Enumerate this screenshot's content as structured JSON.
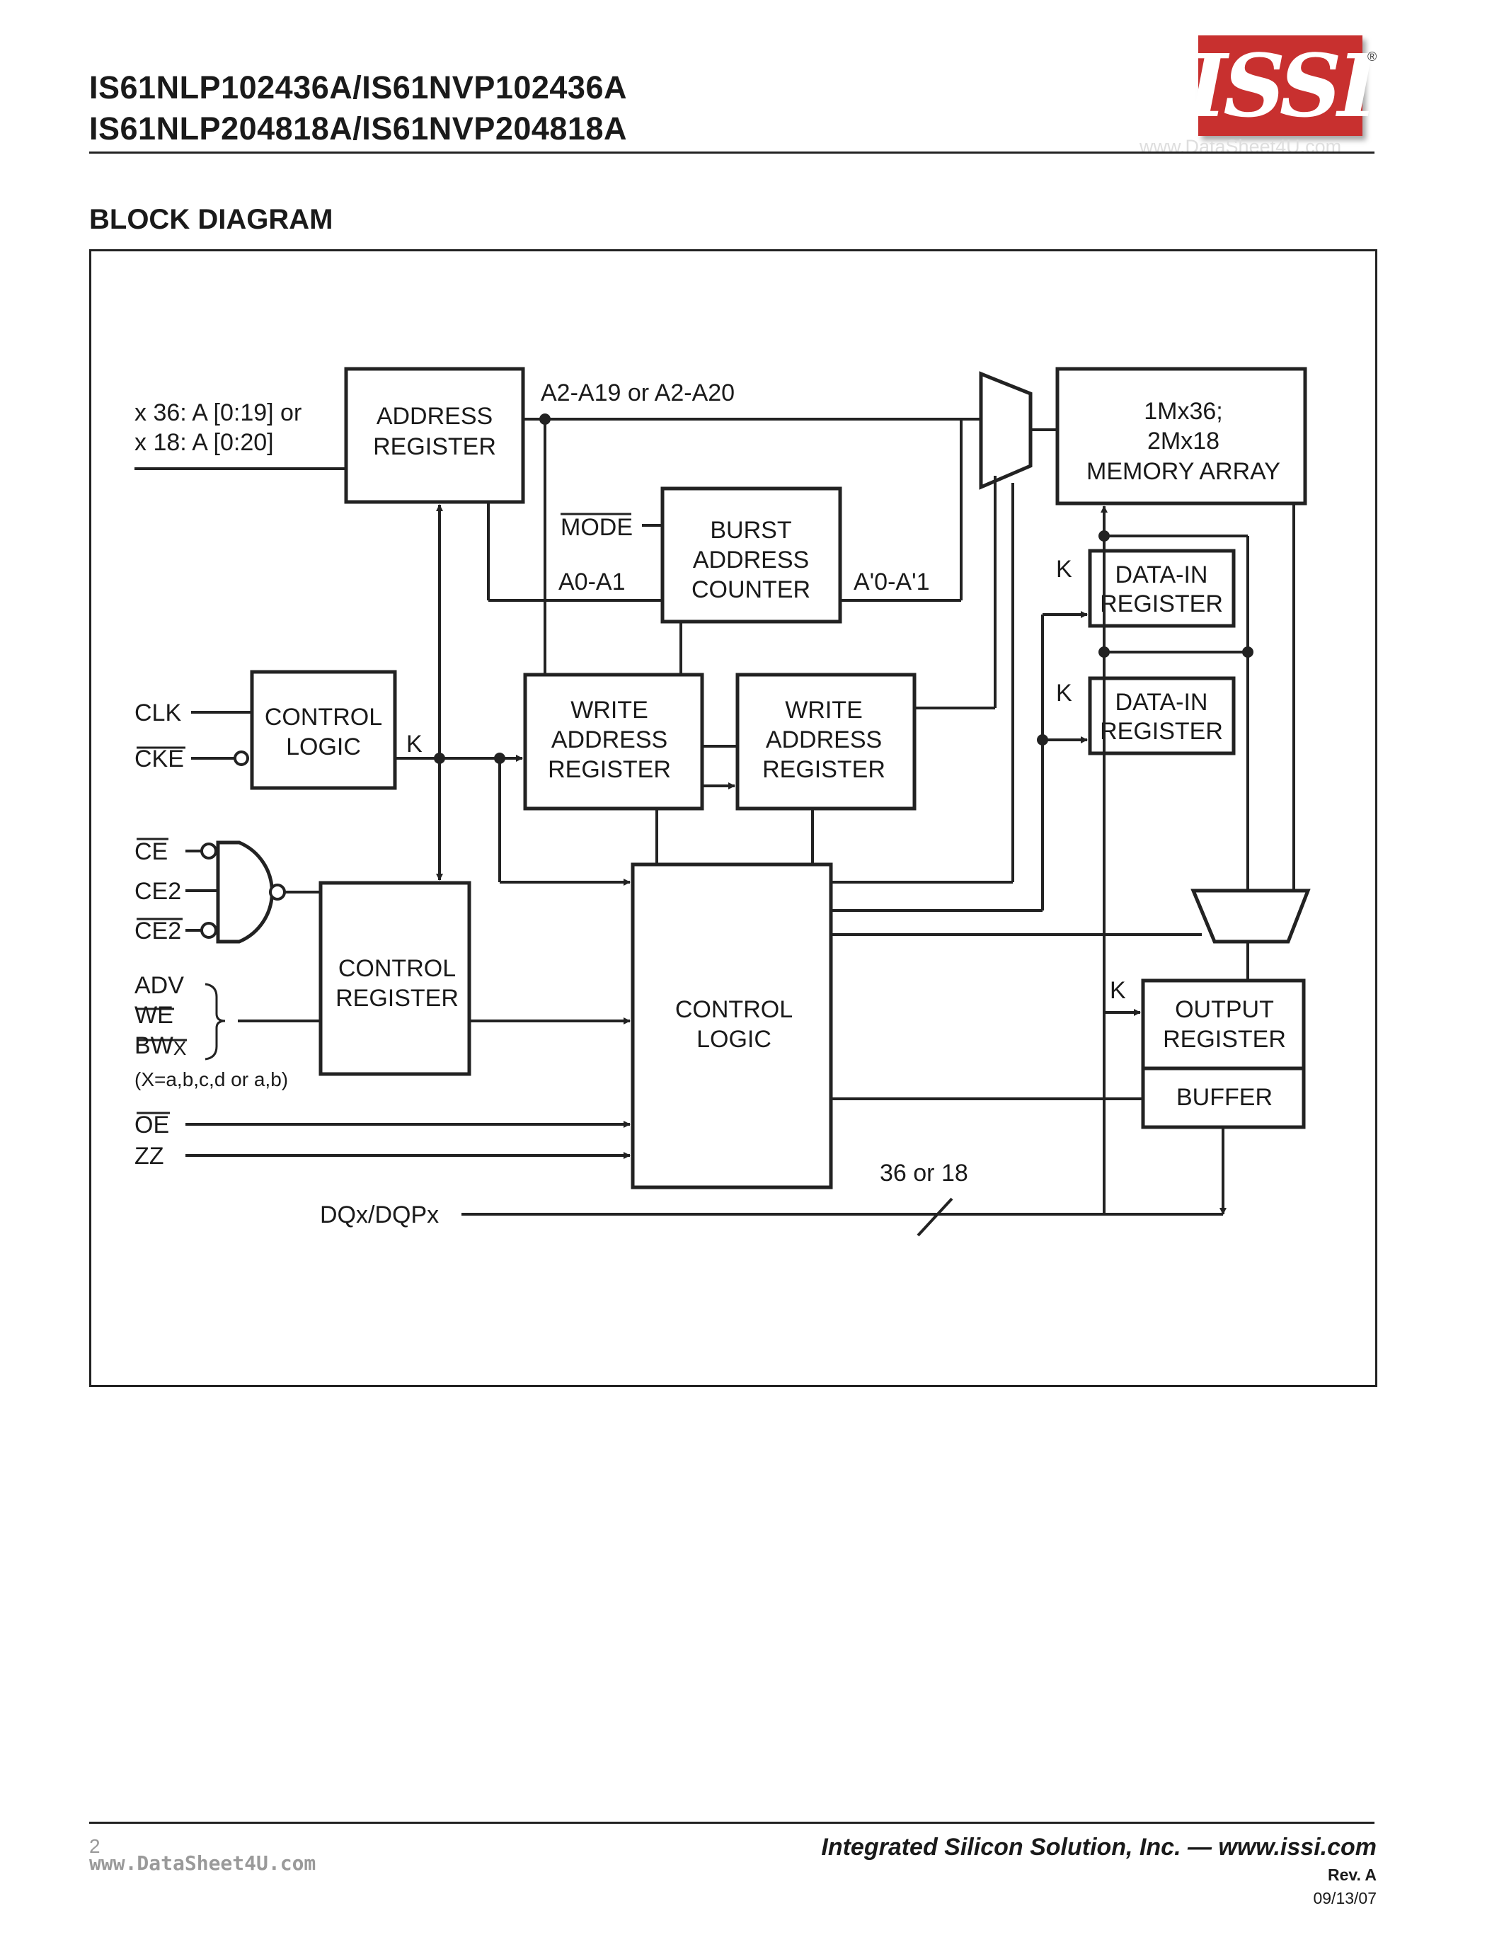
{
  "header": {
    "title_line1": "IS61NLP102436A/IS61NVP102436A",
    "title_line2": "IS61NLP204818A/IS61NVP204818A",
    "logo_text": "ISSI",
    "logo_registered": "®",
    "watermark": "www.DataSheet4U.com",
    "colors": {
      "logo_red": "#c8302f",
      "ink": "#1a1a1a"
    }
  },
  "section_title": "BLOCK DIAGRAM",
  "diagram": {
    "blocks": {
      "address_register": [
        "ADDRESS",
        "REGISTER"
      ],
      "burst_counter": [
        "BURST",
        "ADDRESS",
        "COUNTER"
      ],
      "memory_array": [
        "1Mx36;",
        "2Mx18",
        "MEMORY ARRAY"
      ],
      "datain_register_1": [
        "DATA-IN",
        "REGISTER"
      ],
      "datain_register_2": [
        "DATA-IN",
        "REGISTER"
      ],
      "control_logic_small": [
        "CONTROL",
        "LOGIC"
      ],
      "write_address_register_1": [
        "WRITE",
        "ADDRESS",
        "REGISTER"
      ],
      "write_address_register_2": [
        "WRITE",
        "ADDRESS",
        "REGISTER"
      ],
      "control_register": [
        "CONTROL",
        "REGISTER"
      ],
      "control_logic_main": [
        "CONTROL",
        "LOGIC"
      ],
      "output_register": [
        "OUTPUT",
        "REGISTER"
      ],
      "buffer": "BUFFER"
    },
    "labels": {
      "addr_input_1": "x 36: A [0:19] or",
      "addr_input_2": "x 18: A [0:20]",
      "addr_bus": "A2-A19 or A2-A20",
      "mode": "MODE",
      "a0_a1": "A0-A1",
      "a0_a1_prime": "A'0-A'1",
      "clk": "CLK",
      "cke": "CKE",
      "k": "K",
      "ce": "CE",
      "ce2": "CE2",
      "ce2_bar": "CE2",
      "adv": "ADV",
      "we": "WE",
      "bwx": "BW",
      "bwx_sub": "X",
      "bwx_note": "(X=a,b,c,d or a,b)",
      "oe": "OE",
      "zz": "ZZ",
      "dq": "DQx/DQPx",
      "bus_width": "36 or 18"
    }
  },
  "footer": {
    "page_number": "2",
    "watermark": "www.DataSheet4U.com",
    "company": "Integrated Silicon Solution, Inc. — www.issi.com",
    "revision": "Rev.  A",
    "date": "09/13/07"
  }
}
